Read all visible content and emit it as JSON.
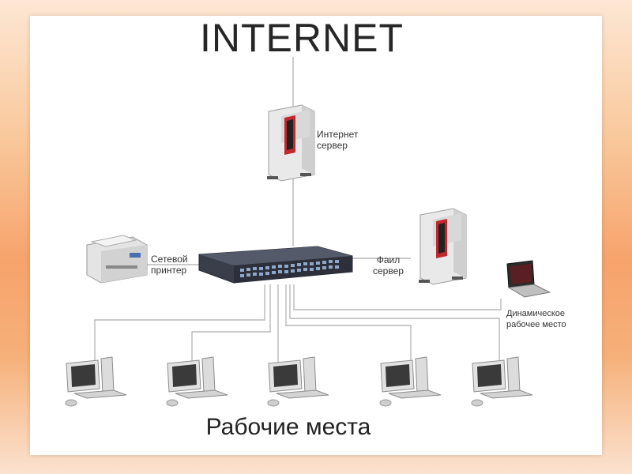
{
  "title": "INTERNET",
  "caption": "Рабочие места",
  "labels": {
    "internet_server_line1": "Интернет",
    "internet_server_line2": "сервер",
    "printer_line1": "Сетевой",
    "printer_line2": "принтер",
    "file_server_line1": "Фаил",
    "file_server_line2": "сервер",
    "dynamic_line1": "Динамическое",
    "dynamic_line2": "рабочее место"
  },
  "colors": {
    "line": "#b9b9b9",
    "server_accent": "#c0282d",
    "switch_body": "#3a3d4a"
  }
}
